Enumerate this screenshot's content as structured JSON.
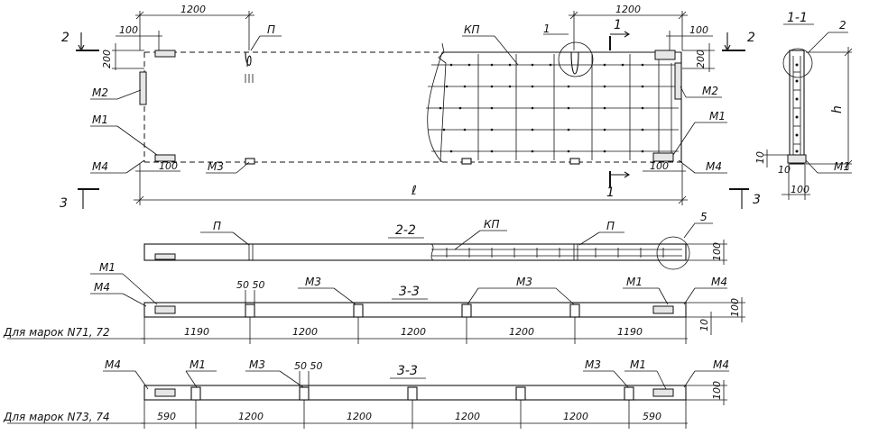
{
  "labels": {
    "section_2": "2",
    "section_3": "3",
    "section_1": "1",
    "section_1_1": "1-1",
    "section_2_2": "2-2",
    "section_3_3": "3-3",
    "callout_1": "1",
    "callout_2": "2",
    "callout_5": "5",
    "P": "П",
    "KP": "КП",
    "M1": "М1",
    "M2": "М2",
    "M3": "М3",
    "M4": "М4",
    "l": "ℓ",
    "h": "h"
  },
  "dims": {
    "d1200": "1200",
    "d100": "100",
    "d200": "200",
    "d1190": "1190",
    "d590": "590",
    "d50_50": "50 50",
    "d10": "10"
  },
  "captions": {
    "row1": "Для марок N71, 72",
    "row2": "Для марок N73, 74"
  }
}
